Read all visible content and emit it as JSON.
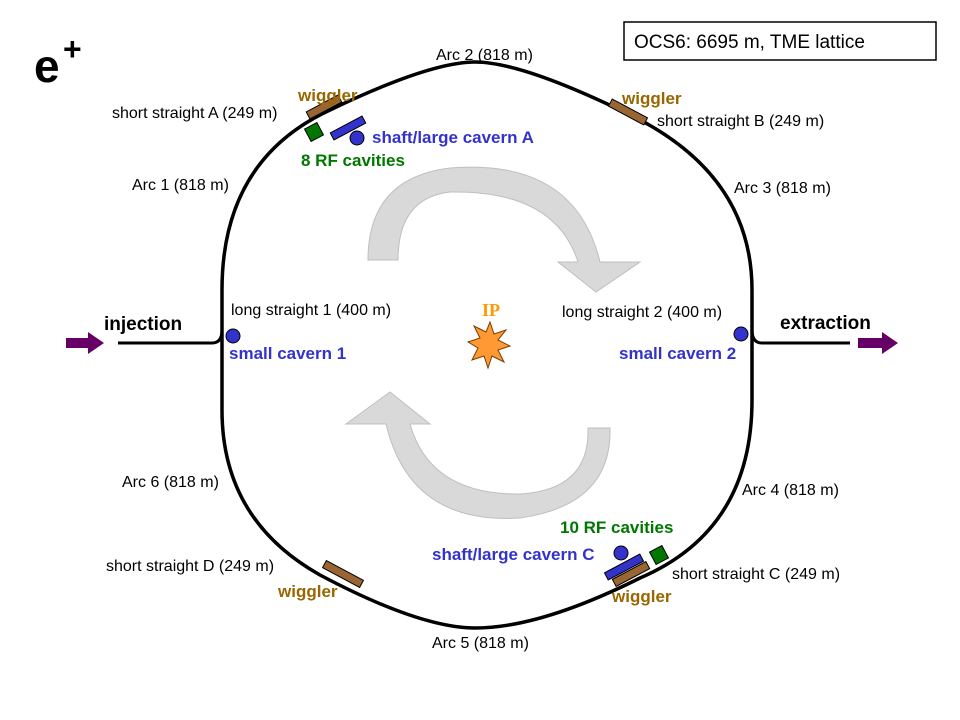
{
  "title_box": {
    "text": "OCS6: 6695 m, TME lattice"
  },
  "particle": {
    "base": "e",
    "sup": "+"
  },
  "labels": {
    "arc1": "Arc 1 (818 m)",
    "arc2": "Arc 2 (818 m)",
    "arc3": "Arc 3 (818 m)",
    "arc4": "Arc 4 (818 m)",
    "arc5": "Arc 5 (818 m)",
    "arc6": "Arc 6 (818 m)",
    "short_a": "short straight A (249 m)",
    "short_b": "short straight B (249 m)",
    "short_c": "short straight C (249 m)",
    "short_d": "short straight D (249 m)",
    "long1": "long straight 1 (400 m)",
    "long2": "long straight 2 (400 m)",
    "wiggler_a": "wiggler",
    "wiggler_b": "wiggler",
    "wiggler_c": "wiggler",
    "wiggler_d": "wiggler",
    "shaft_a": "shaft/large cavern A",
    "shaft_c": "shaft/large cavern C",
    "rf_a": "8 RF cavities",
    "rf_c": "10 RF cavities",
    "small1": "small cavern 1",
    "small2": "small cavern 2",
    "injection": "injection",
    "extraction": "extraction",
    "ip": "IP"
  },
  "colors": {
    "ring": "#000000",
    "wiggler": "#996633",
    "wiggler_text": "#996600",
    "cavern": "#3333cc",
    "rf": "#007700",
    "arrow_purple": "#660066",
    "circulation_arrow": "#d9d9d9",
    "ip_star": "#ff9933",
    "ip_text": "#ff9900"
  }
}
